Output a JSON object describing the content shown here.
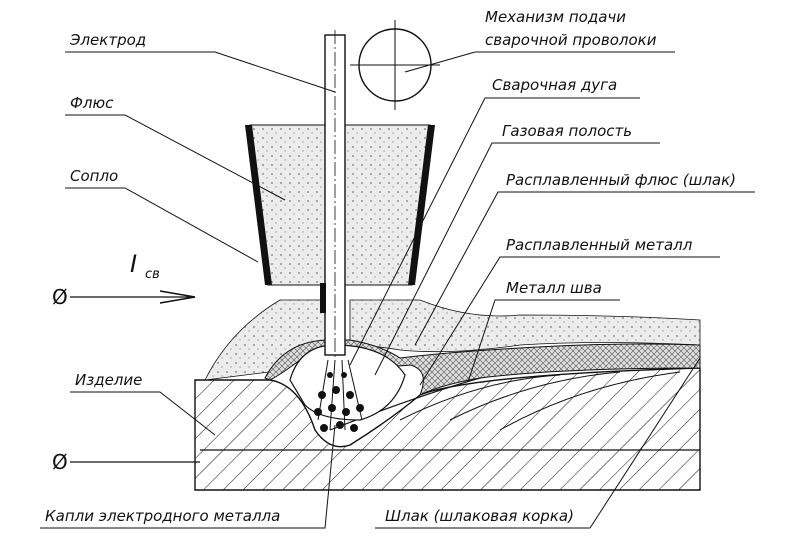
{
  "labels": {
    "electrode": "Электрод",
    "feed_mechanism_line1": "Механизм подачи",
    "feed_mechanism_line2": "сварочной проволоки",
    "flux": "Флюс",
    "nozzle": "Сопло",
    "welding_arc": "Сварочная дуга",
    "gas_cavity": "Газовая полость",
    "molten_flux": "Расплавленный флюс (шлак)",
    "molten_metal": "Расплавленный металл",
    "weld_metal": "Металл шва",
    "workpiece": "Изделие",
    "droplets": "Капли электродного металла",
    "slag_crust": "Шлак (шлаковая корка)",
    "current_symbol": "I",
    "current_subscript": "св",
    "terminal_top": "Ø",
    "terminal_bottom": "Ø"
  },
  "colors": {
    "ink": "#111111",
    "flux_fill": "#e6e6e6",
    "slag_fill": "#cfcfcf"
  }
}
